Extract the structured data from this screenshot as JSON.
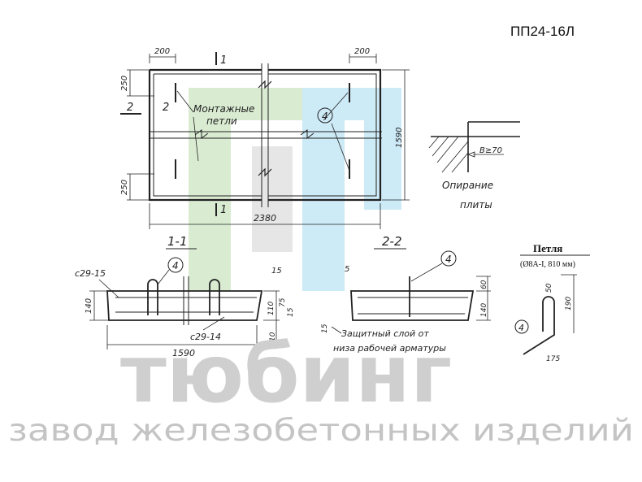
{
  "title": "ПП24-16Л",
  "plan": {
    "dim_left_top": "200",
    "dim_right_top": "200",
    "dim_250_top": "250",
    "dim_250_bottom": "250",
    "dim_length": "2380",
    "dim_width": "1590",
    "section_mark": "1",
    "section_mark_2": "2",
    "loops_label_line1": "Монтажные",
    "loops_label_line2": "петли",
    "callout": "4"
  },
  "support": {
    "label_line1": "Опирание",
    "label_line2": "плиты",
    "bearing": "В≥70"
  },
  "section_1_1": {
    "title": "1-1",
    "mesh_top": "с29-15",
    "mesh_bottom": "с29-14",
    "callout": "4",
    "dim_140": "140",
    "dim_1590": "1590",
    "dim_15": "15",
    "dim_110": "110",
    "dim_75": "75",
    "dim_15b": "15",
    "dim_10": "10"
  },
  "section_2_2": {
    "title": "2-2",
    "callout": "4",
    "dim_5": "5",
    "dim_60": "60",
    "dim_140": "140",
    "dim_15": "15",
    "cover_line1": "Защитный слой от",
    "cover_line2": "низа рабочей арматуры"
  },
  "loop_detail": {
    "title": "Петля",
    "spec": "(Ø8А-I, 810 мм)",
    "callout": "4",
    "dim_50": "50",
    "dim_190": "190",
    "dim_175": "175"
  },
  "watermark": {
    "brand": "тюбинг",
    "tagline": "завод железобетонных изделий",
    "logo_green": "#d9ecd2",
    "logo_blue": "#cdeaf7",
    "logo_grey": "#e6e6e6"
  }
}
